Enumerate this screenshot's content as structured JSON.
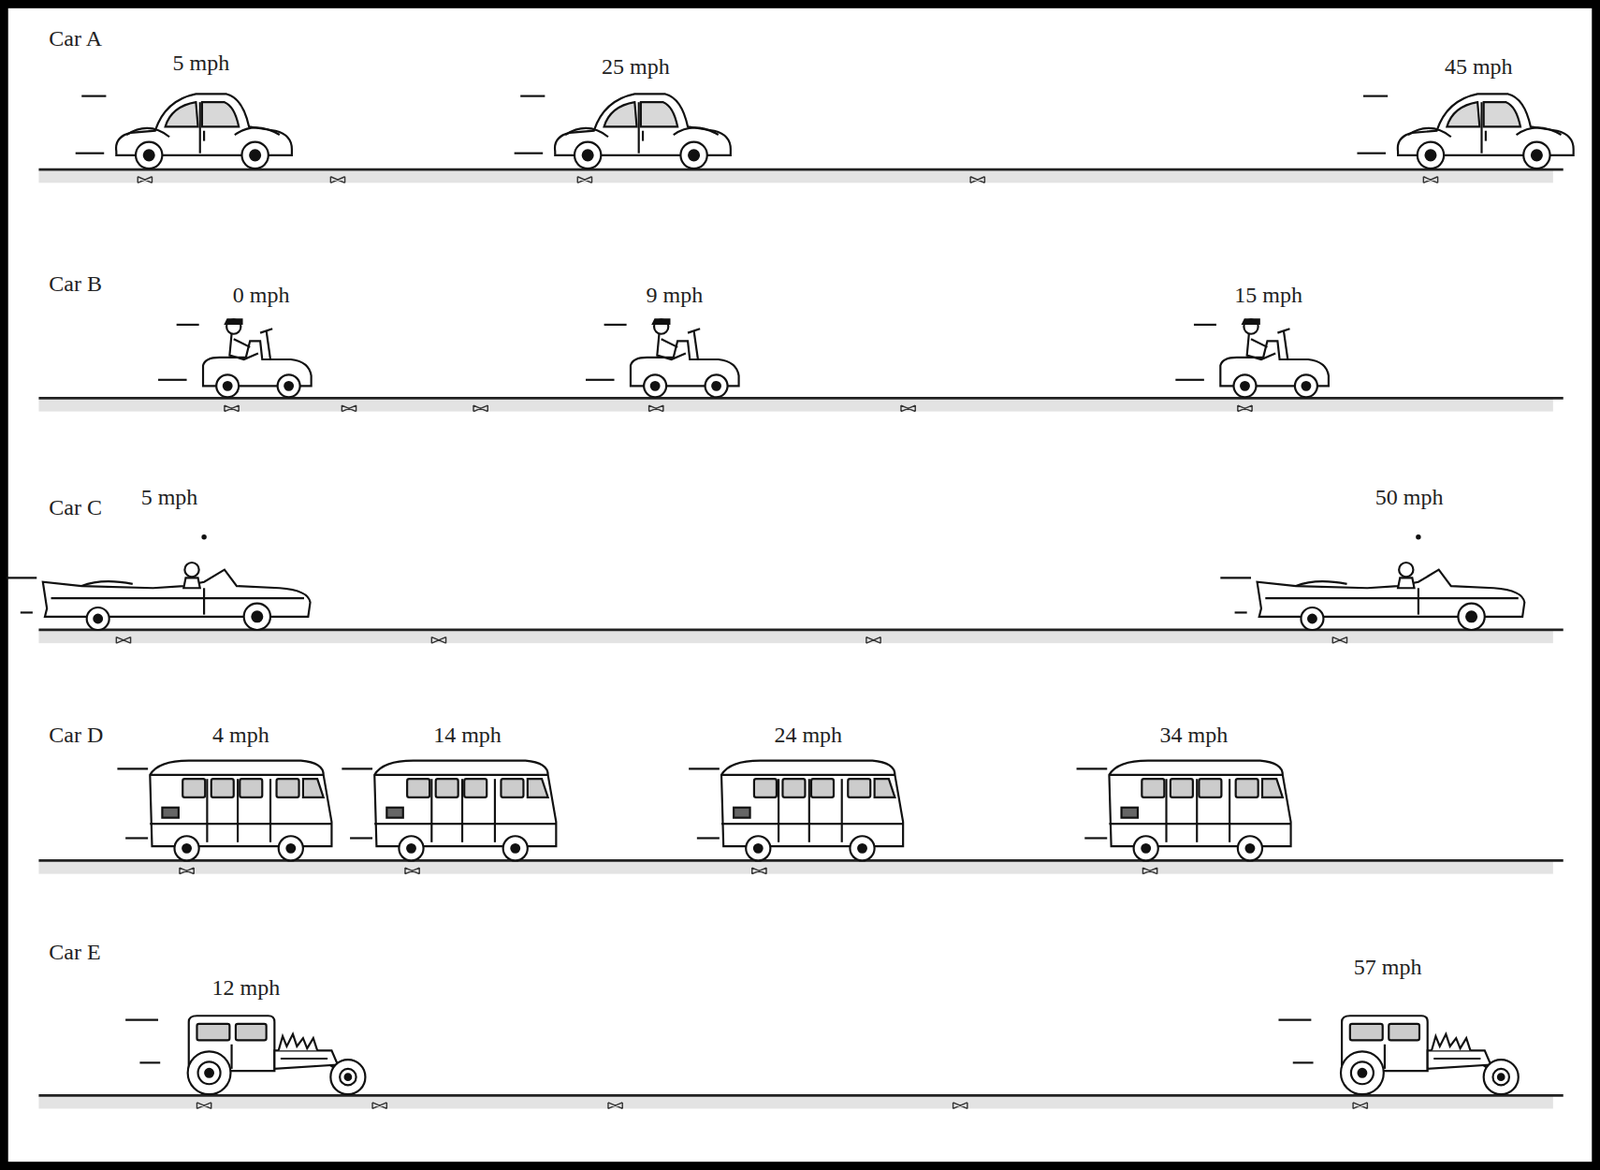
{
  "diagram": {
    "labels": [
      "Car A",
      "5 mph",
      "25 mph",
      "45 mph",
      "Car B",
      "0 mph",
      "9 mph",
      "15 mph",
      "Car C",
      "5 mph",
      "50 mph",
      "Car D",
      "4 mph",
      "14 mph",
      "24 mph",
      "34 mph",
      "Car E",
      "12 mph",
      "57 mph"
    ]
  }
}
